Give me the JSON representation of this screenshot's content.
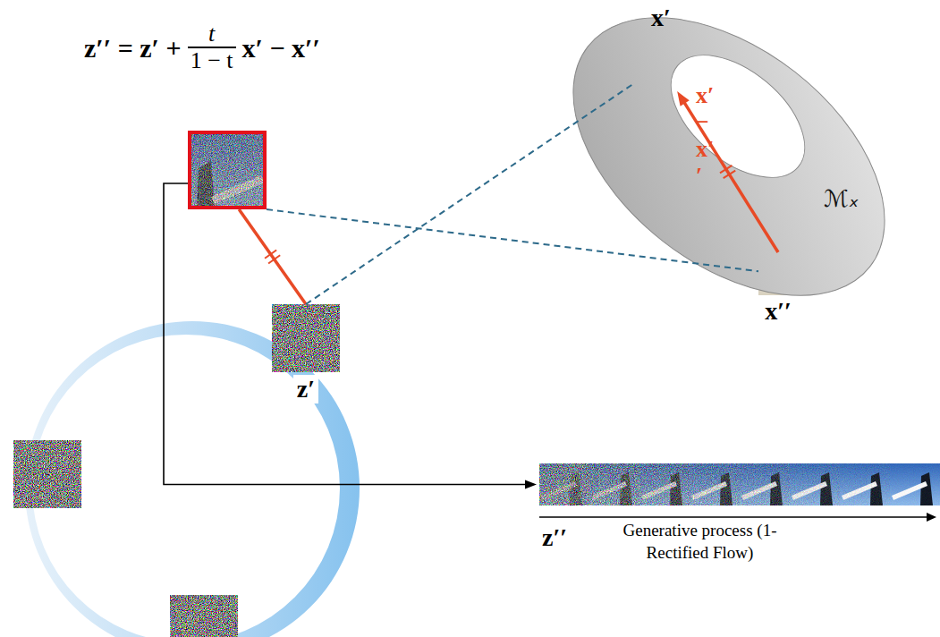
{
  "diagram": {
    "nodes": [
      {
        "text": [
          "z′′ = z′ +",
          "t",
          "1 − t",
          "x′ − x′′"
        ]
      },
      {
        "text": [
          "x′"
        ]
      },
      {
        "text": [
          "ℳₓ"
        ]
      },
      {
        "text": [
          "x′′"
        ]
      },
      {
        "text": [
          "z′"
        ]
      },
      {
        "text": [
          "z′′",
          "Generative process (1-Rectified Flow)"
        ]
      }
    ],
    "edges": [
      {
        "from": 4,
        "to": 0,
        "arrow": "none"
      },
      {
        "from": 4,
        "to": 1,
        "arrow": "none"
      },
      {
        "from": 0,
        "to": 3,
        "arrow": "none"
      },
      {
        "from": 3,
        "to": 1,
        "arrow": "to",
        "label": "x′ − x′′"
      },
      {
        "from": 0,
        "to": 5,
        "arrow": "to"
      }
    ]
  }
}
